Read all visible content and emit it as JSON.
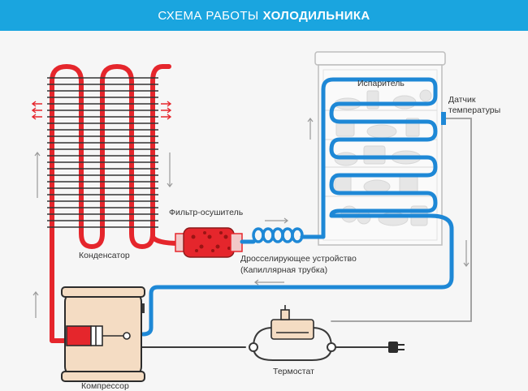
{
  "title": {
    "regular": "СХЕМА РАБОТЫ",
    "bold": "ХОЛОДИЛЬНИКА"
  },
  "labels": {
    "evaporator": "Испаритель",
    "sensor_line1": "Датчик",
    "sensor_line2": "температуры",
    "filter": "Фильтр-осушитель",
    "condenser": "Конденсатор",
    "throttle_line1": "Дросселирующее устройство",
    "throttle_line2": "(Капиллярная трубка)",
    "compressor": "Компрессор",
    "thermostat": "Термостат"
  },
  "colors": {
    "hot_pipe": "#e5262c",
    "cold_pipe": "#1e88d6",
    "title_bar": "#1aa5df",
    "wire": "#3a3a3a",
    "sensor_line": "#9a9a9a",
    "compressor_body": "#f4dcc3"
  },
  "icons": [
    "heat-arrow-icon",
    "flow-arrow-icon",
    "power-plug-icon"
  ]
}
